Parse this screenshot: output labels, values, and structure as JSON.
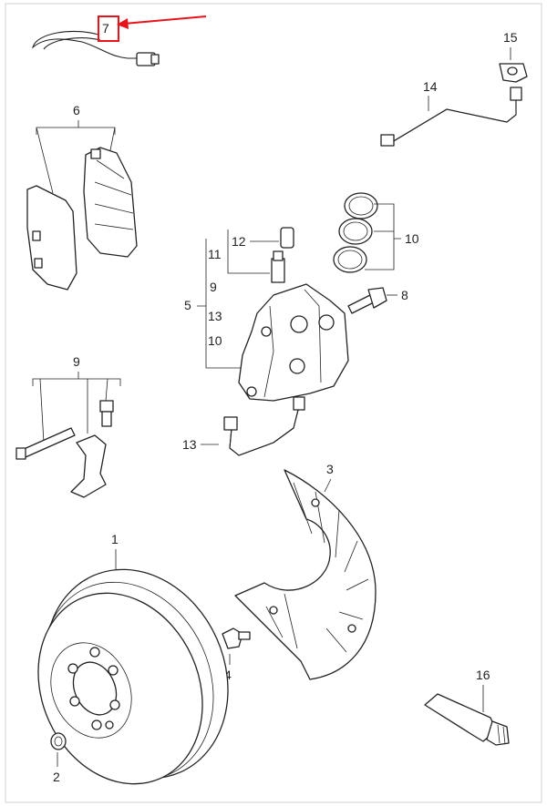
{
  "labels": {
    "l1": "1",
    "l2": "2",
    "l3": "3",
    "l4": "4",
    "l5": "5",
    "l6": "6",
    "l7": "7",
    "l8": "8",
    "l9a": "9",
    "l9b": "9",
    "l10a": "10",
    "l10b": "10",
    "l11": "11",
    "l12": "12",
    "l13a": "13",
    "l13b": "13",
    "l14": "14",
    "l15": "15",
    "l16": "16"
  },
  "colors": {
    "highlight": "#e8141c",
    "ink": "#222222",
    "frame": "#c8c8c8"
  },
  "highlighted_part": "7"
}
